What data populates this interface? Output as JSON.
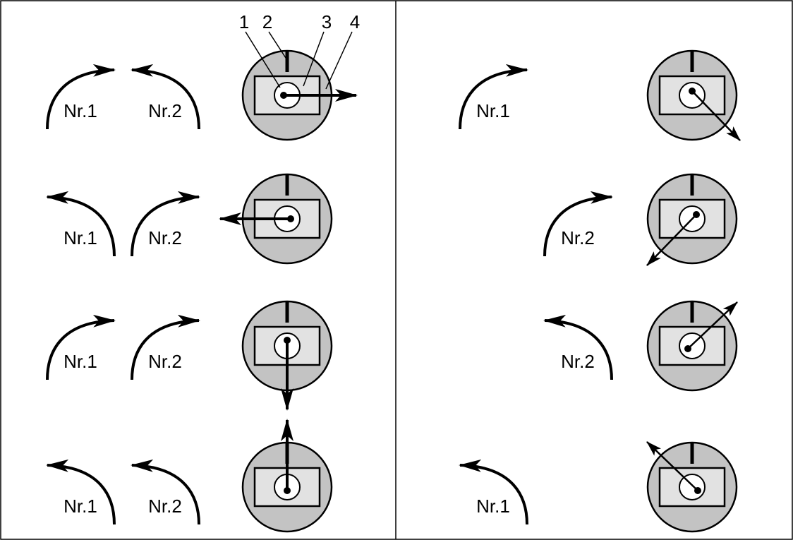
{
  "callouts": [
    "1",
    "2",
    "3",
    "4"
  ],
  "colors": {
    "disc": "#c3c3c3",
    "plate": "#e2e2e2",
    "ink": "#000000",
    "background": "#ffffff"
  },
  "left_panel": {
    "rows": [
      {
        "labels": [
          "Nr.1",
          "Nr.2"
        ],
        "arrow_dirs": [
          "right",
          "left"
        ],
        "pointer": "right"
      },
      {
        "labels": [
          "Nr.1",
          "Nr.2"
        ],
        "arrow_dirs": [
          "left",
          "right"
        ],
        "pointer": "left"
      },
      {
        "labels": [
          "Nr.1",
          "Nr.2"
        ],
        "arrow_dirs": [
          "right",
          "right"
        ],
        "pointer": "down"
      },
      {
        "labels": [
          "Nr.1",
          "Nr.2"
        ],
        "arrow_dirs": [
          "left",
          "left"
        ],
        "pointer": "up"
      }
    ]
  },
  "right_panel": {
    "rows": [
      {
        "label": "Nr.1",
        "arrow_dir": "right",
        "pointer": "down-right"
      },
      {
        "label": "Nr.2",
        "arrow_dir": "right",
        "pointer": "down-left"
      },
      {
        "label": "Nr.2",
        "arrow_dir": "left",
        "pointer": "up-right"
      },
      {
        "label": "Nr.1",
        "arrow_dir": "left",
        "pointer": "up-left"
      }
    ]
  }
}
